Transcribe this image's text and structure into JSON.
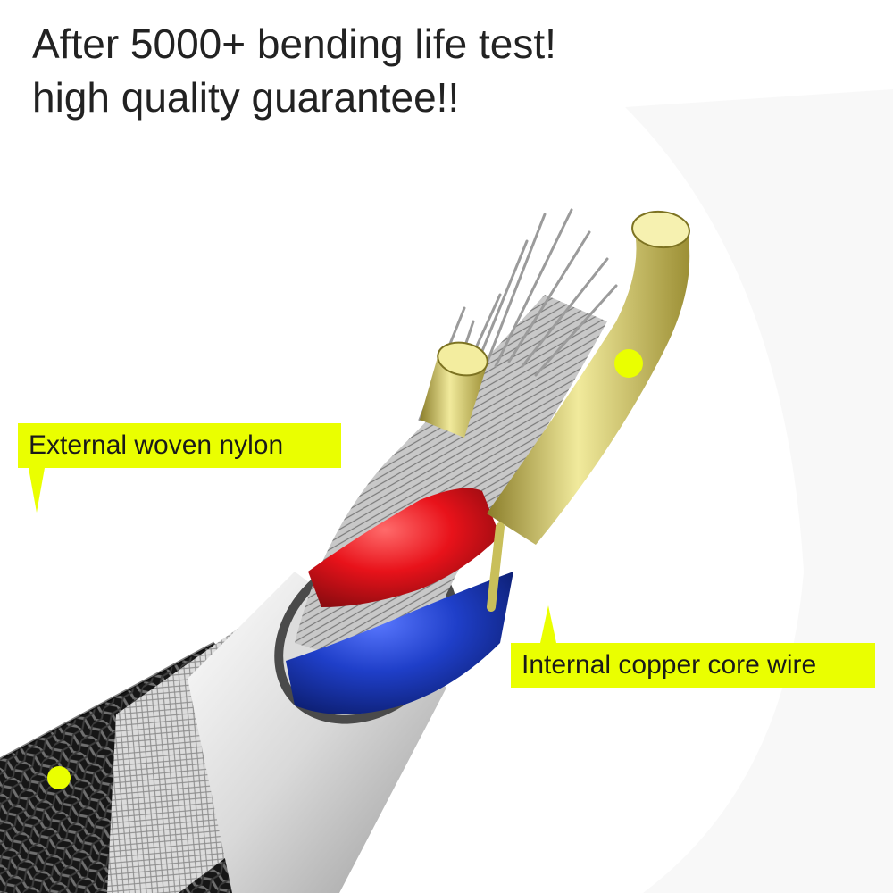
{
  "headline": {
    "line1": "After 5000+ bending life test!",
    "line2": "high quality guarantee!!"
  },
  "callouts": {
    "nylon": "External woven nylon",
    "copper": "Internal copper core wire"
  },
  "colors": {
    "highlight": "#eaff00",
    "headline_text": "#222222",
    "copper_wire": "#d7cf72",
    "insulation_red": "#e8121a",
    "insulation_blue": "#1f3fc9",
    "braid": "#1c1c1c",
    "strands": "#b9b9b9",
    "sleeve": "#d6d6d6"
  },
  "illustration": {
    "subject": "cable-cross-section"
  }
}
